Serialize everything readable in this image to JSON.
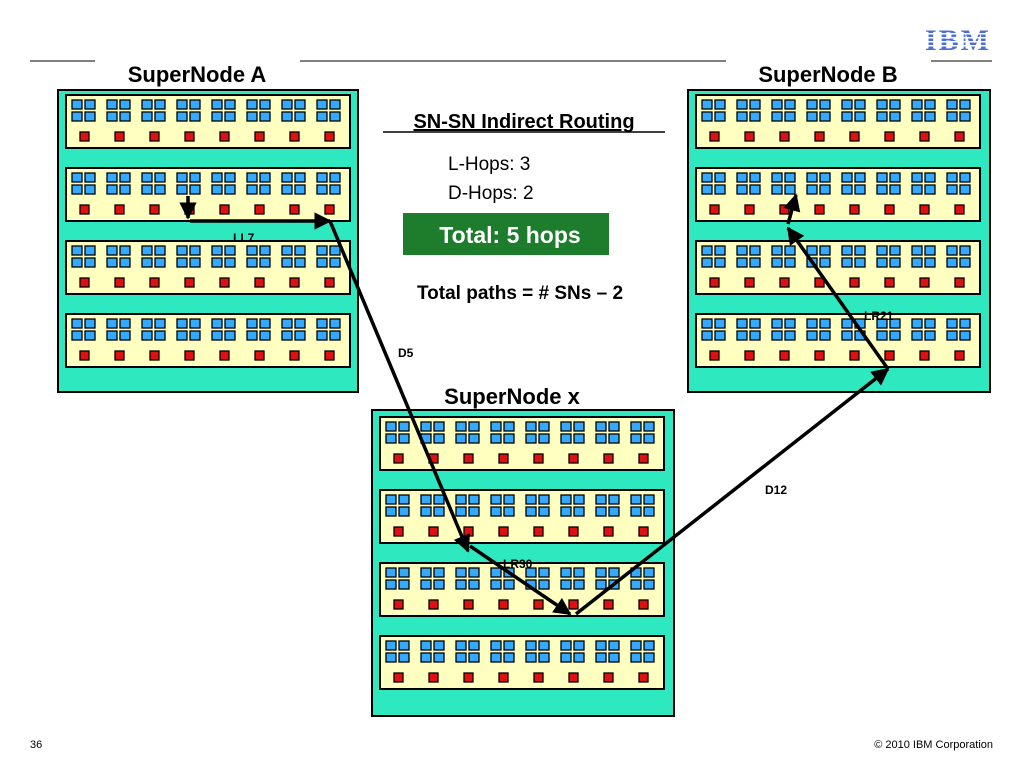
{
  "header": {
    "logo_text": "IBM"
  },
  "title": "SN-SN Indirect Routing",
  "stats": {
    "l_hops": "L-Hops:  3",
    "d_hops": "D-Hops: 2"
  },
  "total_badge": {
    "label": "Total: 5 hops",
    "color": "#1e7d2c"
  },
  "paths_note": "Total paths = # SNs – 2",
  "colors": {
    "supernode_fill": "#2ee8c0",
    "drawer_fill": "#ffffc0",
    "port_blue": "#33aaff",
    "port_red": "#e01010",
    "accent": "#4b6fd6"
  },
  "supernodes": [
    {
      "id": "a",
      "label": "SuperNode A",
      "drawers": 4,
      "chips_per_drawer": 8
    },
    {
      "id": "b",
      "label": "SuperNode B",
      "drawers": 4,
      "chips_per_drawer": 8
    },
    {
      "id": "x",
      "label": "SuperNode x",
      "drawers": 4,
      "chips_per_drawer": 8
    }
  ],
  "link_labels": {
    "ll": "LL7",
    "d_first": "D5",
    "lr_mid": "LR30",
    "d_second": "D12",
    "lr_end": "LR21"
  },
  "footer": {
    "page_number": "36",
    "copyright": "© 2010 IBM Corporation"
  }
}
